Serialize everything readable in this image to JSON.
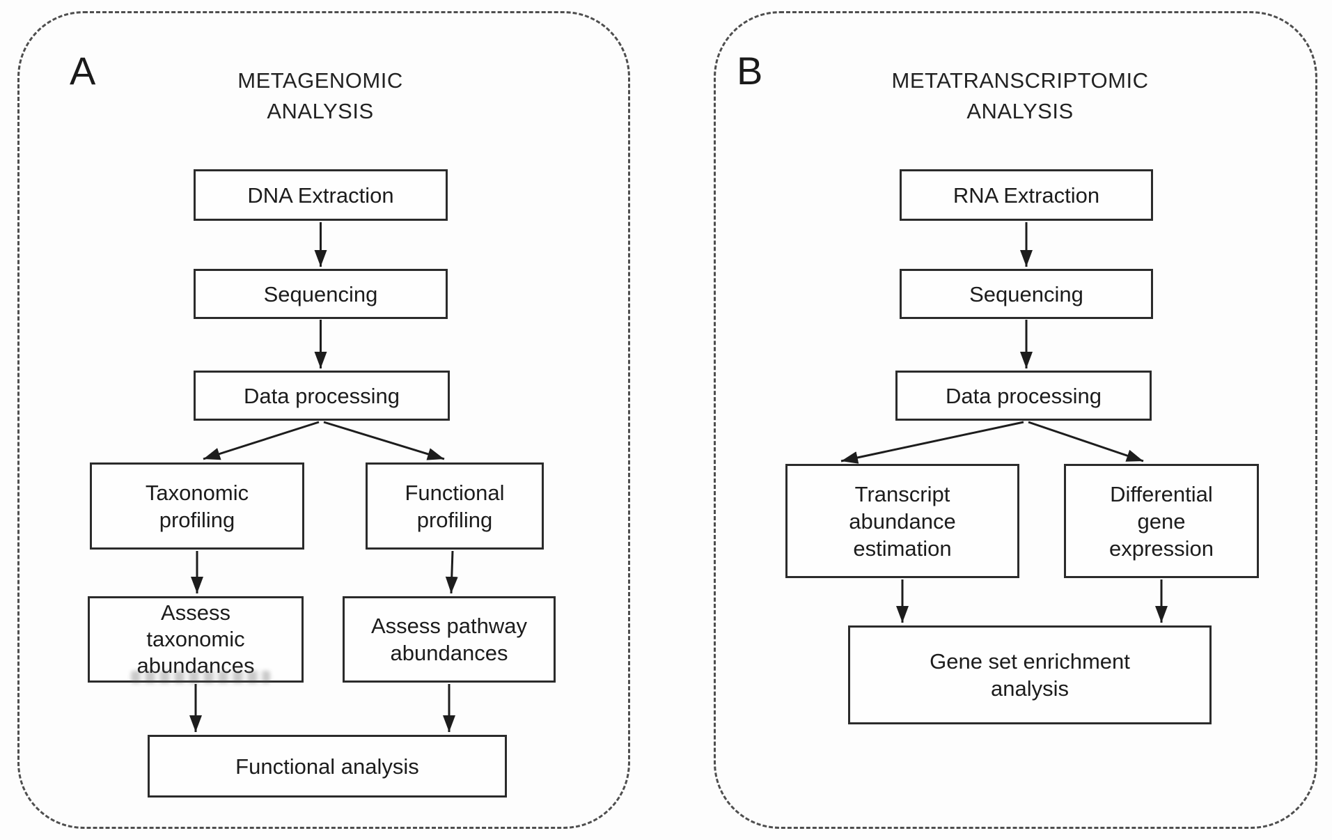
{
  "figure": {
    "panel_a": {
      "label": "A",
      "title": "METAGENOMIC\nANALYSIS",
      "nodes": {
        "extraction": "DNA Extraction",
        "sequencing": "Sequencing",
        "processing": "Data processing",
        "branch_left": "Taxonomic\nprofiling",
        "branch_right": "Functional\nprofiling",
        "assess_left": "Assess\ntaxonomic\nabundances",
        "assess_right": "Assess pathway\nabundances",
        "final": "Functional analysis"
      }
    },
    "panel_b": {
      "label": "B",
      "title": "METATRANSCRIPTOMIC\nANALYSIS",
      "nodes": {
        "extraction": "RNA Extraction",
        "sequencing": "Sequencing",
        "processing": "Data processing",
        "branch_left": "Transcript\nabundance\nestimation",
        "branch_right": "Differential\ngene\nexpression",
        "final": "Gene set enrichment\nanalysis"
      }
    },
    "colors": {
      "node_border": "#2b2b2b",
      "text": "#1c1c1c",
      "panel_border": "#4e4e4e",
      "background": "#fdfdfd"
    }
  }
}
